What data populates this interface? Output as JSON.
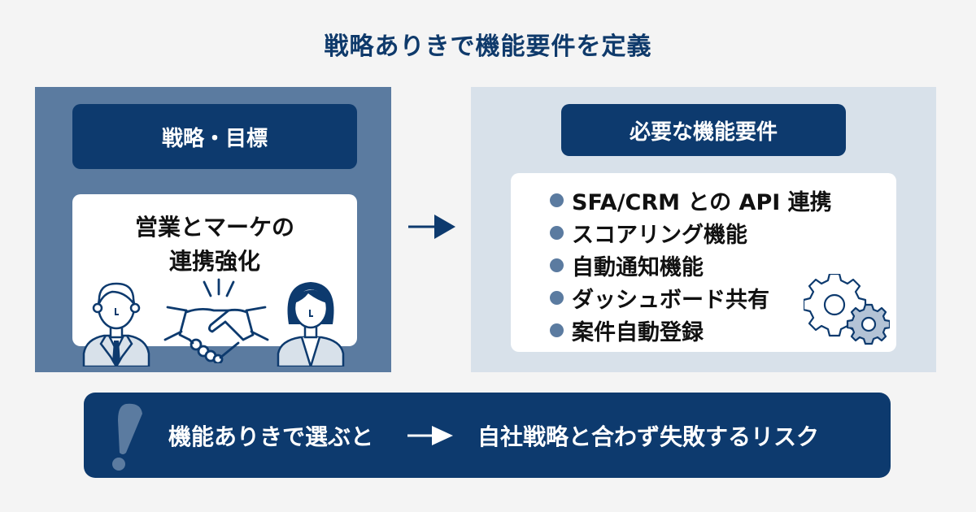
{
  "title": "戦略ありきで機能要件を定義",
  "left_panel": {
    "header": "戦略・目標",
    "card_line1": "営業とマーケの",
    "card_line2": "連携強化",
    "illustrations": [
      "businessman-icon",
      "handshake-icon",
      "businesswoman-icon"
    ]
  },
  "right_panel": {
    "header": "必要な機能要件",
    "features": [
      "SFA/CRM との API 連携",
      "スコアリング機能",
      "自動通知機能",
      "ダッシュボード共有",
      "案件自動登録"
    ],
    "illustration": "gears-icon"
  },
  "banner": {
    "icon": "exclamation-icon",
    "left_text": "機能ありきで選ぶと",
    "right_text": "自社戦略と合わず失敗するリスク"
  },
  "colors": {
    "navy": "#0d3a6e",
    "slate_blue": "#5b7ba0",
    "light_blue": "#d8e1ea",
    "background": "#f4f4f4"
  }
}
